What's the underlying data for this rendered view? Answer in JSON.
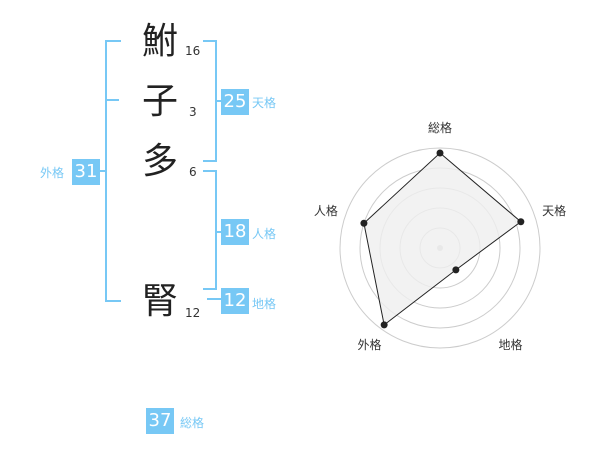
{
  "name": {
    "characters": [
      {
        "char": "鮒",
        "strokes": "16"
      },
      {
        "char": "子",
        "strokes": "3"
      },
      {
        "char": "多",
        "strokes": "6"
      },
      {
        "char": "腎",
        "strokes": "12"
      }
    ]
  },
  "fortune": {
    "tenkaku": {
      "value": "25",
      "label": "天格"
    },
    "jinkaku": {
      "value": "18",
      "label": "人格"
    },
    "chikaku": {
      "value": "12",
      "label": "地格"
    },
    "gaikaku": {
      "value": "31",
      "label": "外格"
    },
    "soukaku": {
      "value": "37",
      "label": "総格"
    }
  },
  "radar": {
    "axes": [
      "総格",
      "天格",
      "地格",
      "外格",
      "人格"
    ],
    "levels": 5,
    "values": [
      0.95,
      0.85,
      0.27,
      0.95,
      0.8
    ],
    "fill_color": "#efefef",
    "stroke_color": "#222222",
    "ring_color": "#cccccc"
  }
}
